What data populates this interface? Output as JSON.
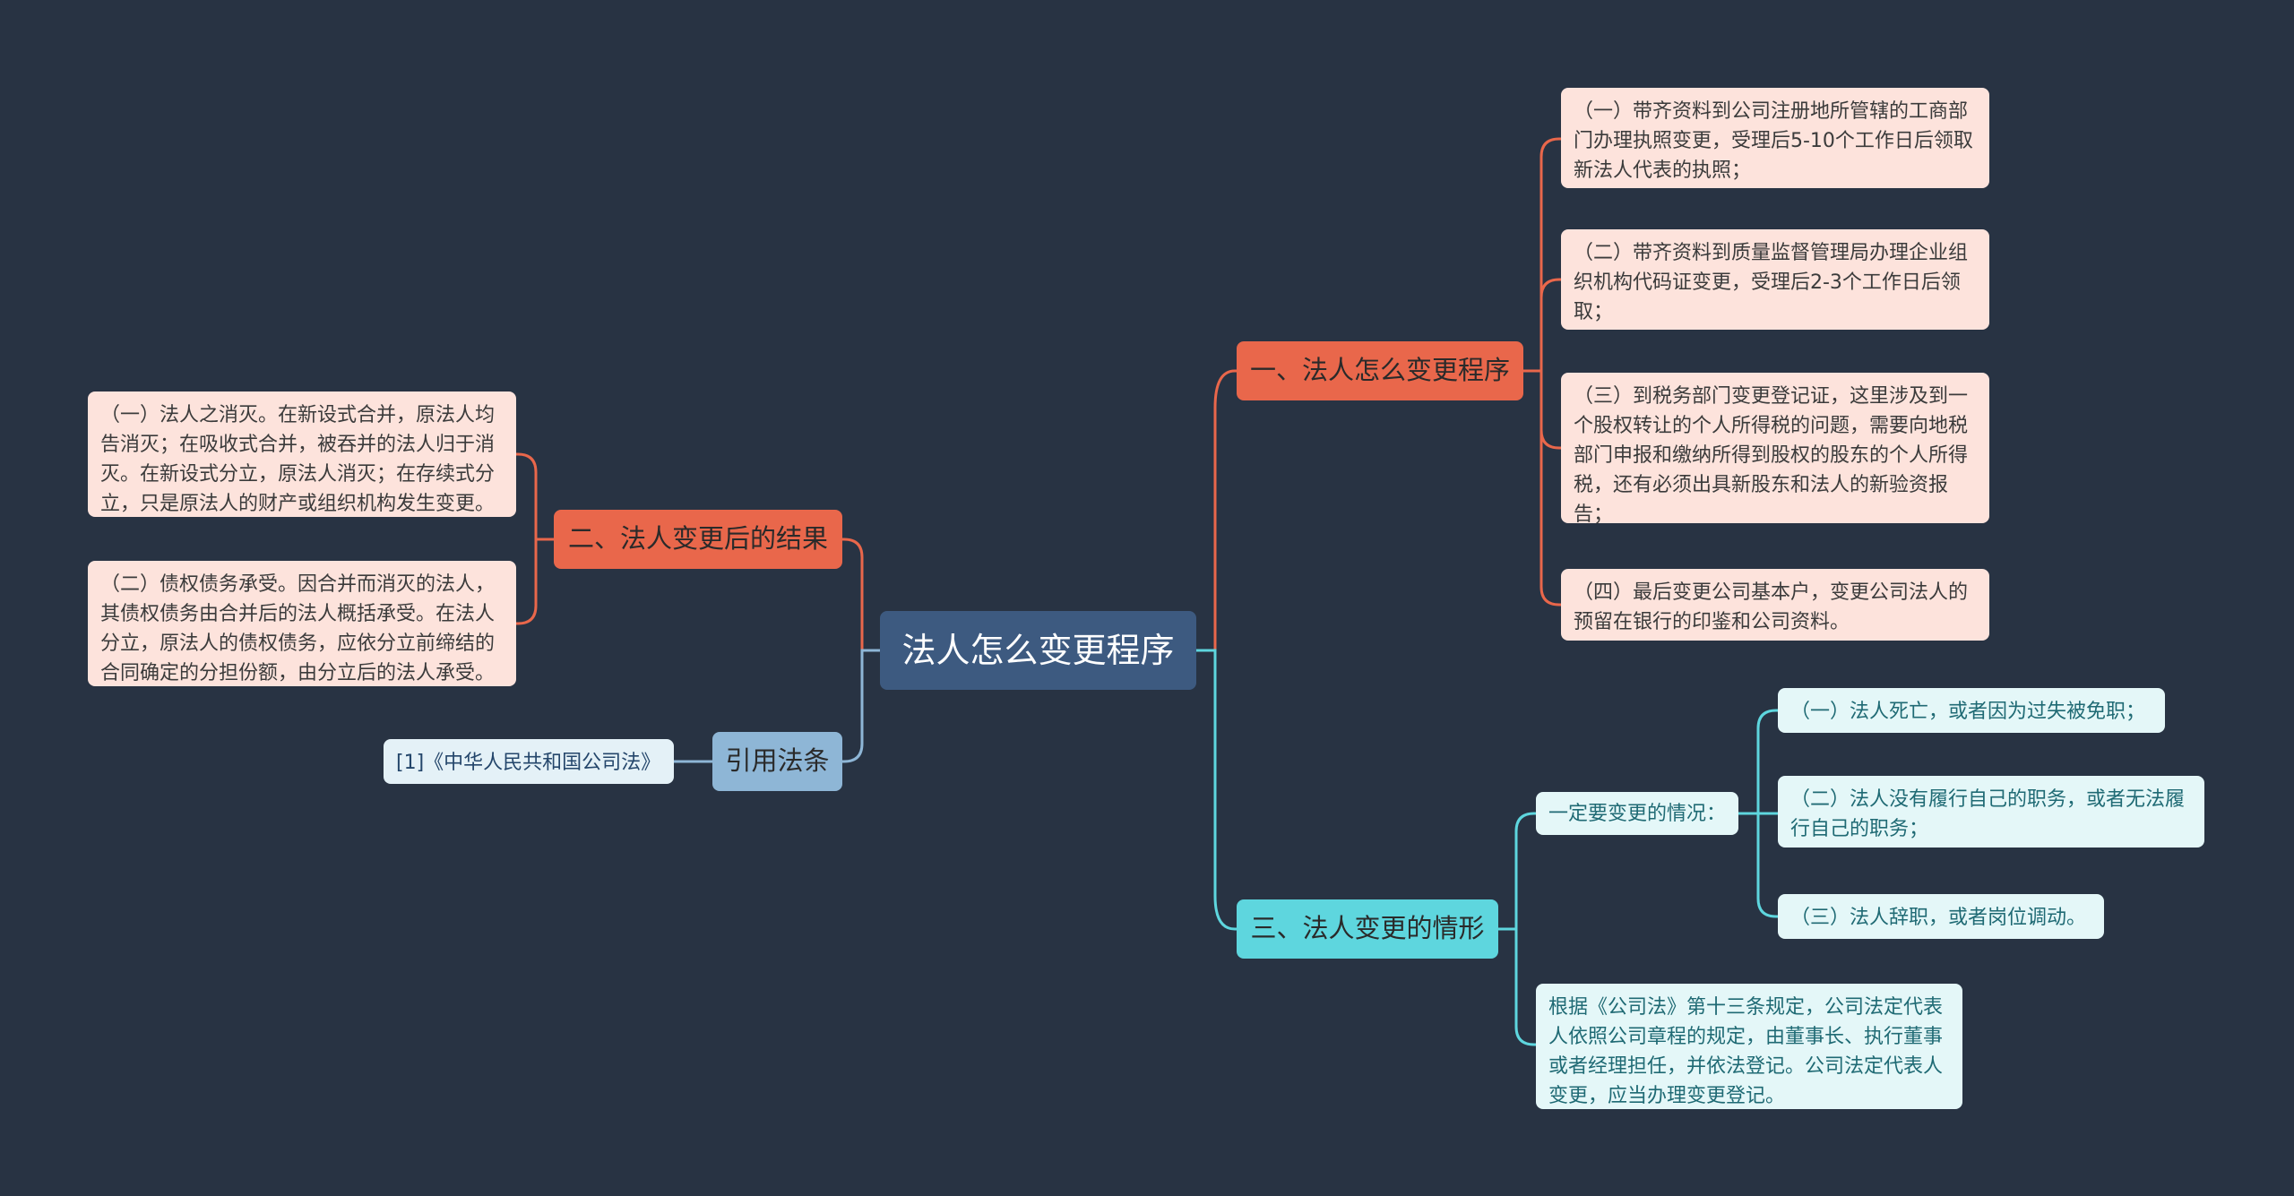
{
  "root": {
    "label": "法人怎么变更程序"
  },
  "branches": {
    "procedure": {
      "label": "一、法人怎么变更程序",
      "items": [
        "（一）带齐资料到公司注册地所管辖的工商部门办理执照变更，受理后5-10个工作日后领取新法人代表的执照；",
        "（二）带齐资料到质量监督管理局办理企业组织机构代码证变更，受理后2-3个工作日后领取；",
        "（三）到税务部门变更登记证，这里涉及到一个股权转让的个人所得税的问题，需要向地税部门申报和缴纳所得到股权的股东的个人所得税，还有必须出具新股东和法人的新验资报告；",
        "（四）最后变更公司基本户，变更公司法人的预留在银行的印鉴和公司资料。"
      ]
    },
    "result": {
      "label": "二、法人变更后的结果",
      "items": [
        "（一）法人之消灭。在新设式合并，原法人均告消灭；在吸收式合并，被吞并的法人归于消灭。在新设式分立，原法人消灭；在存续式分立，只是原法人的财产或组织机构发生变更。",
        "（二）债权债务承受。因合并而消灭的法人，其债权债务由合并后的法人概括承受。在法人分立，原法人的债权债务，应依分立前缔结的合同确定的分担份额，由分立后的法人承受。"
      ]
    },
    "situation": {
      "label": "三、法人变更的情形",
      "must_change": {
        "label": "一定要变更的情况：",
        "items": [
          "（一）法人死亡，或者因为过失被免职；",
          "（二）法人没有履行自己的职务，或者无法履行自己的职务；",
          "（三）法人辞职，或者岗位调动。"
        ]
      },
      "note": "根据《公司法》第十三条规定，公司法定代表人依照公司章程的规定，由董事长、执行董事或者经理担任，并依法登记。公司法定代表人变更，应当办理变更登记。"
    },
    "citation": {
      "label": "引用法条",
      "items": [
        "[1]《中华人民共和国公司法》"
      ]
    }
  },
  "colors": {
    "background": "#283343",
    "root": "#3d5a80",
    "orange_branch": "#e9674b",
    "cyan_branch": "#5ed6de",
    "citation_branch": "#8eb6d6",
    "orange_line": "#e9674b",
    "cyan_line": "#5ed6de",
    "citation_line": "#8eb6d6"
  }
}
